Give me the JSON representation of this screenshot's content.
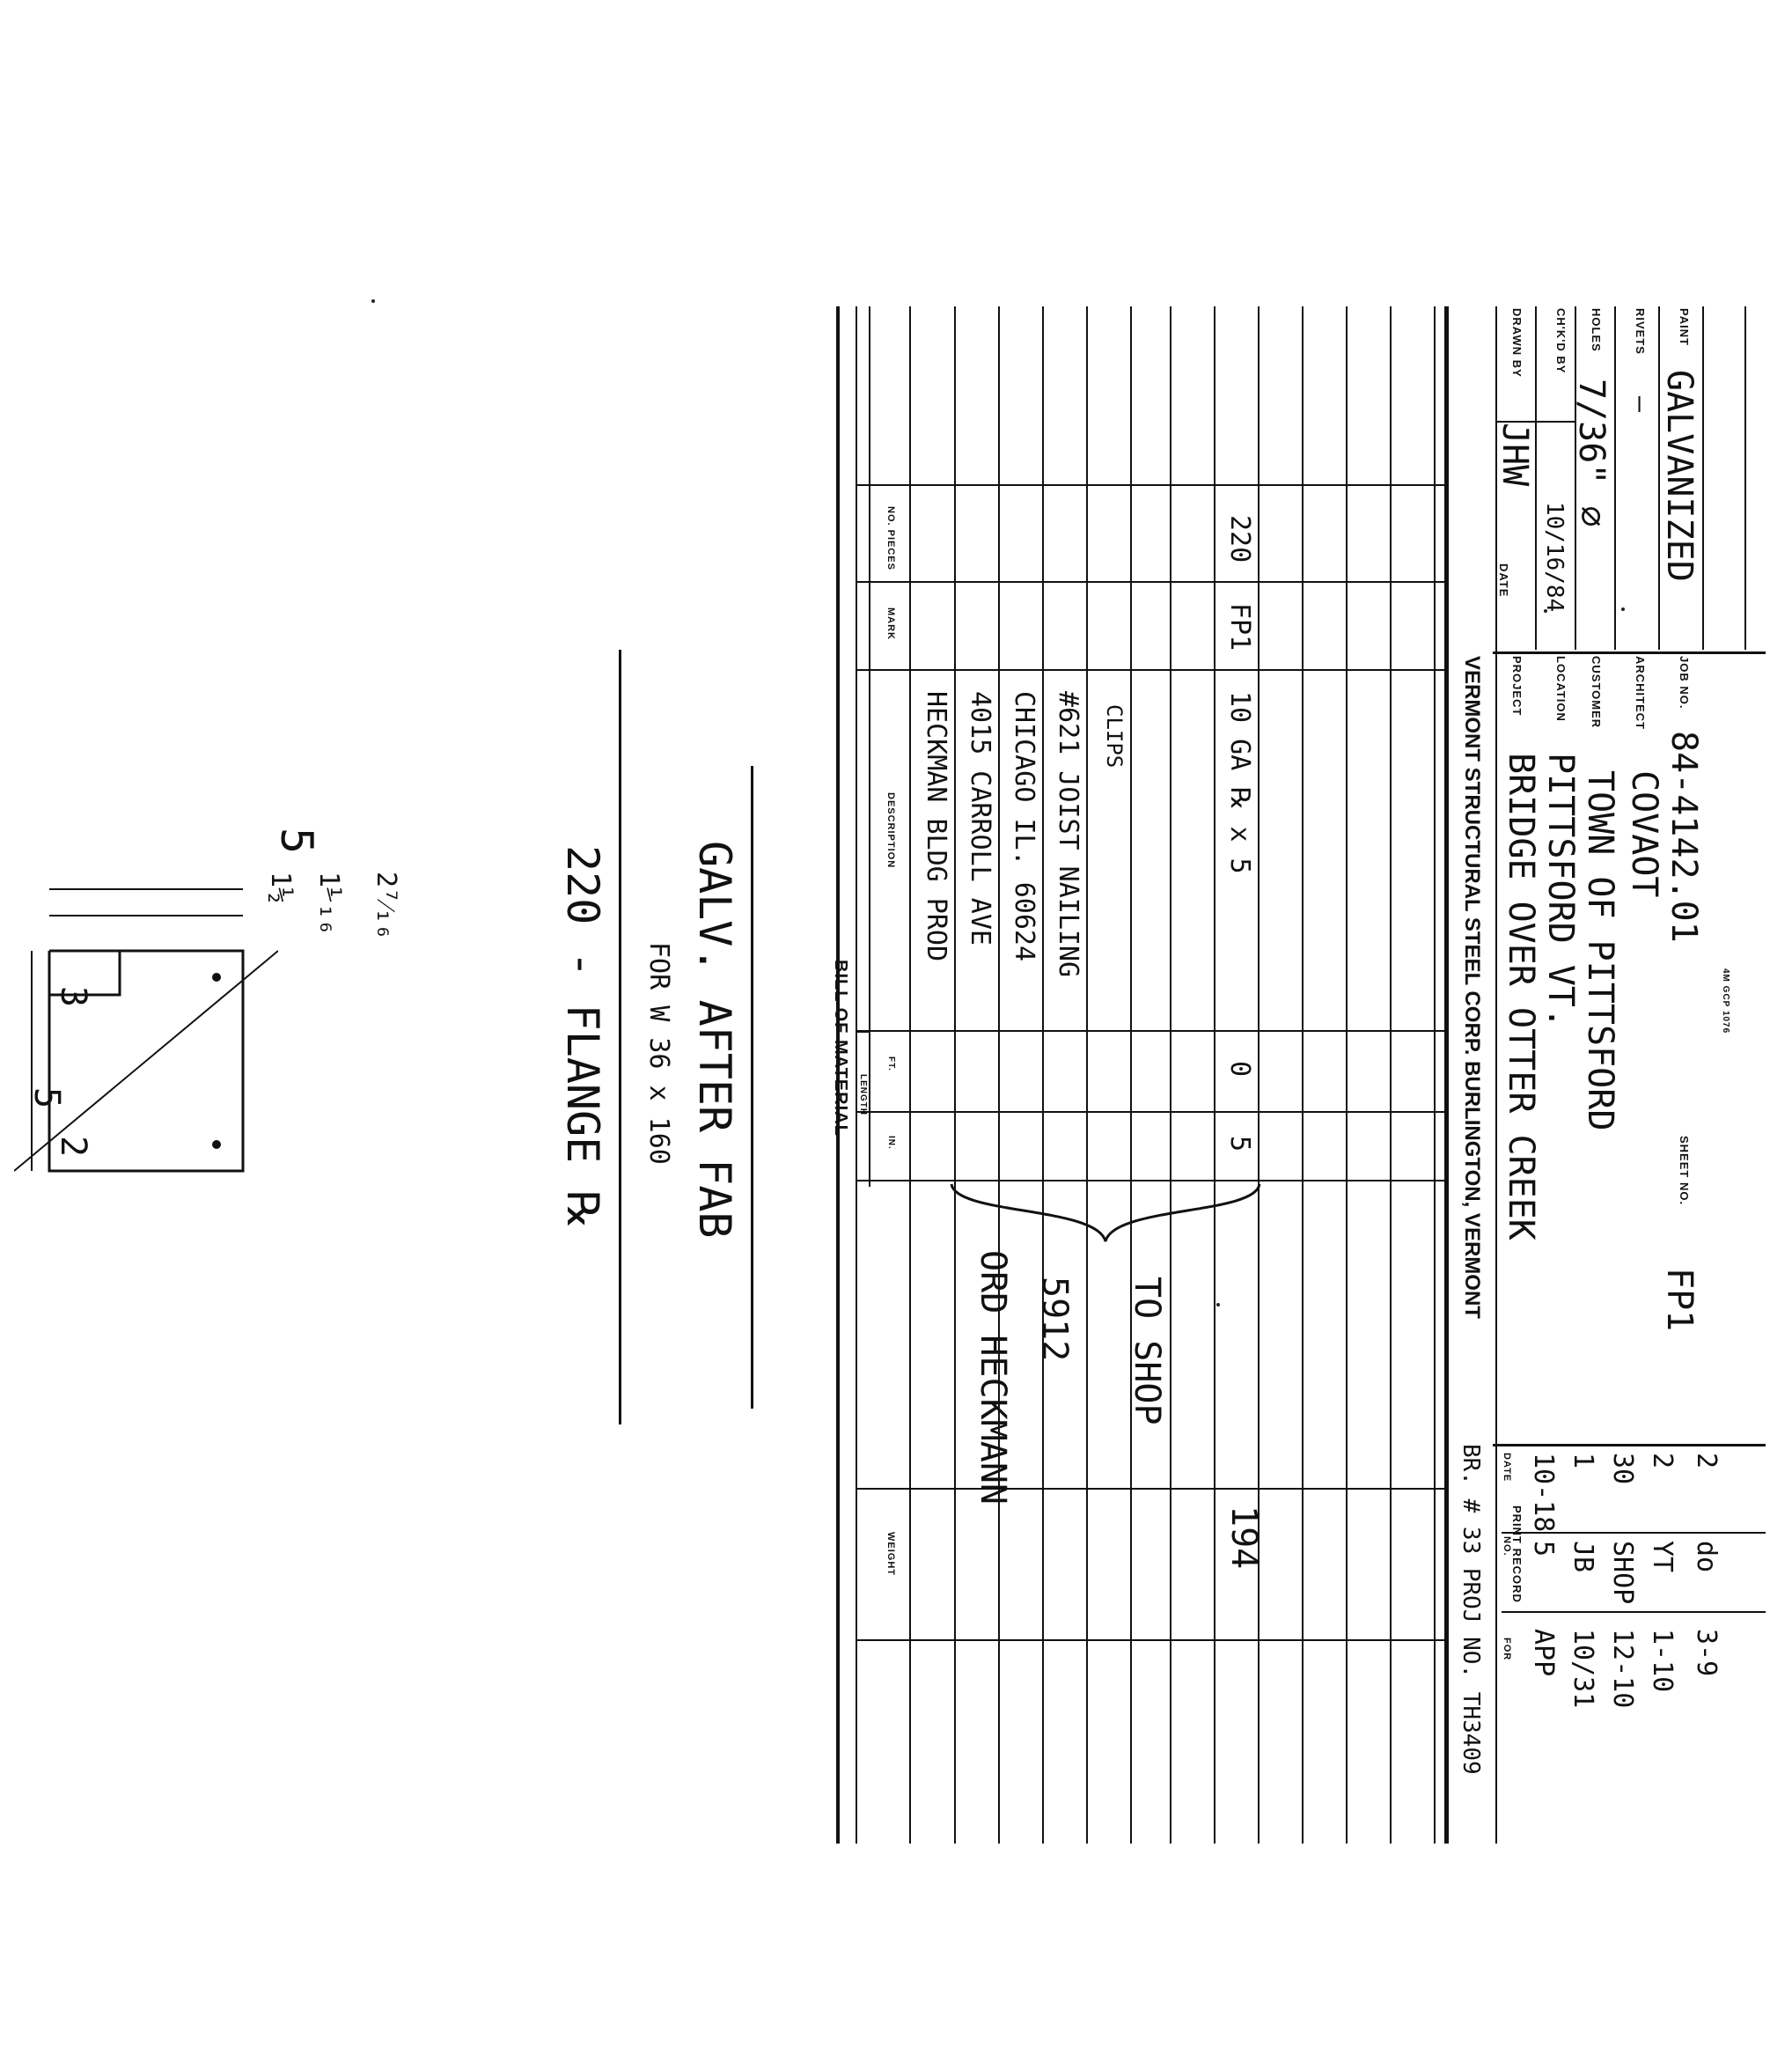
{
  "form": {
    "company_line": "VERMONT STRUCTURAL STEEL CORP.   BURLINGTON, VERMONT",
    "bom_title": "BILL OF MATERIAL",
    "columns": {
      "pieces": "NO. PIECES",
      "mark": "MARK",
      "description": "DESCRIPTION",
      "length": "LENGTH",
      "ft": "FT.",
      "in": "IN.",
      "weight": "WEIGHT"
    },
    "rows": [
      {
        "pieces": "",
        "mark": "",
        "description": "HECKMAN BLDG PROD",
        "ft": "",
        "in": "",
        "weight": ""
      },
      {
        "pieces": "",
        "mark": "",
        "description": "4015 CARROLL AVE",
        "ft": "",
        "in": "",
        "weight": ""
      },
      {
        "pieces": "",
        "mark": "",
        "description": "CHICAGO IL. 60624",
        "ft": "",
        "in": "",
        "weight": ""
      },
      {
        "pieces": "",
        "mark": "",
        "description": "#621 JOIST NAILING",
        "ft": "",
        "in": "",
        "weight": ""
      },
      {
        "pieces": "",
        "mark": "",
        "description": "CLIPS",
        "ft": "",
        "in": "",
        "weight": ""
      },
      {
        "pieces": "220",
        "mark": "FP1",
        "description": "10 GA ℞ x 5",
        "ft": "0",
        "in": "5",
        "weight": "194"
      }
    ],
    "annotation": {
      "line1": "ORD HECKMANN",
      "line2": "5912",
      "line3": "TO SHOP"
    },
    "project_label": "PROJECT",
    "project": "BRIDGE OVER OTTER CREEK",
    "location_label": "LOCATION",
    "location": "PITTSFORD   VT.",
    "customer_label": "CUSTOMER",
    "customer": "TOWN OF PITTSFORD",
    "architect_label": "ARCHITECT",
    "architect": "COVAOT",
    "job_label": "JOB NO.",
    "job": "84-4142.01",
    "sheet_label": "SHEET NO.",
    "sheet": "FP1",
    "form_code": "4M GCP 1076",
    "drawn_label": "DRAWN BY",
    "drawn_by": "JHW",
    "date_label": "DATE",
    "drawn_date": "10/16/84",
    "chkd_label": "CH'K'D BY",
    "chkd": "",
    "holes_label": "HOLES",
    "holes": "7/36\" ⌀",
    "rivets_label": "RIVETS",
    "rivets": "—",
    "paint_label": "PAINT",
    "paint": "GALVANIZED",
    "project_ref": "BR. # 33   PROJ NO. TH3409",
    "print_record": {
      "title": "PRINT RECORD",
      "headers": {
        "date": "DATE",
        "no": "NO.",
        "for": "FOR"
      },
      "rows": [
        {
          "date": "10-18",
          "no": "5",
          "for": "APP"
        },
        {
          "date": "1",
          "no": "JB",
          "for": "10/31"
        },
        {
          "date": "30",
          "no": "SHOP",
          "for": "12-10"
        },
        {
          "date": "2",
          "no": "YT",
          "for": "1-10"
        },
        {
          "date": "2",
          "no": "do",
          "for": "3-9"
        }
      ]
    }
  },
  "sketch": {
    "title": "220 - FLANGE ℞",
    "subtitle": "FOR W 36 x 160",
    "note": "GALV. AFTER FAB",
    "dims": {
      "overall_w": "5",
      "a": "1½",
      "b": "1⅟₁₆",
      "c": "2⁷⁄₁₆",
      "overall_h": "5",
      "upper": "3",
      "lower": "2"
    }
  }
}
